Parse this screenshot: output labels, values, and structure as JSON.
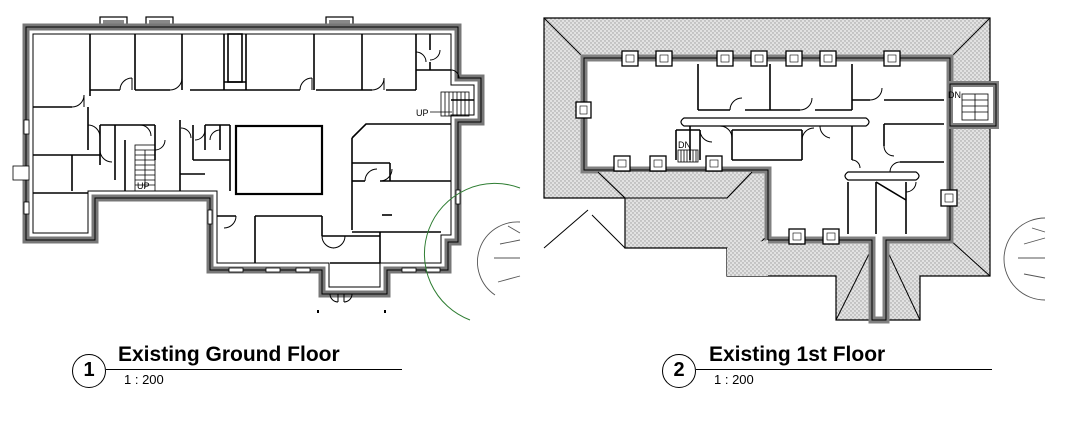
{
  "views": [
    {
      "number": "1",
      "title": "Existing Ground Floor",
      "scale": "1 : 200",
      "stair_labels": [
        "UP",
        "UP"
      ]
    },
    {
      "number": "2",
      "title": "Existing 1st Floor",
      "scale": "1 : 200",
      "stair_labels": [
        "DN",
        "DN"
      ]
    }
  ],
  "colors": {
    "line": "#000000",
    "wall_fill": "#808080",
    "roof_fill": "#d4d4d4",
    "tree_line": "#2e7d32"
  }
}
